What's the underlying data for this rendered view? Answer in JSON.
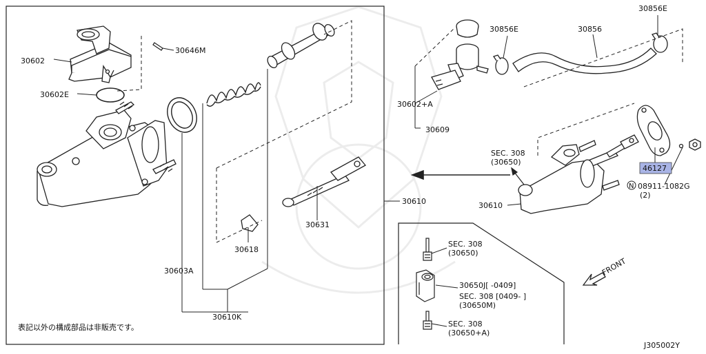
{
  "diagram": {
    "part_labels": {
      "p30602": "30602",
      "p30646M": "30646M",
      "p30602E": "30602E",
      "p30603A": "30603A",
      "p30618": "30618",
      "p30631": "30631",
      "p30610K": "30610K",
      "p30610_right_of_box": "30610",
      "p30610_right": "30610",
      "p30856E_a": "30856E",
      "p30856": "30856",
      "p30856E_b": "30856E",
      "p30602A": "30602+A",
      "p30609": "30609",
      "p46127": "46127",
      "bolt": "08911-1082G",
      "bolt_qty": "(2)",
      "bolt_prefix": "N"
    },
    "sec_refs": {
      "main_ref_line1": "SEC. 308",
      "main_ref_line2": "(30650)",
      "inset_a_line1": "SEC. 308",
      "inset_a_line2": "(30650)",
      "inset_b_line1": "30650J[  -0409]",
      "inset_b_line2": "SEC. 308 [0409-   ]",
      "inset_b_line3": "(30650M)",
      "inset_c_line1": "SEC. 308",
      "inset_c_line2": "(30650+A)"
    },
    "front_label": "FRONT",
    "note_jp": "表記以外の構成部品は非販売です。",
    "diagram_code": "J305002Y",
    "highlight_color": "#a9b4e6"
  }
}
